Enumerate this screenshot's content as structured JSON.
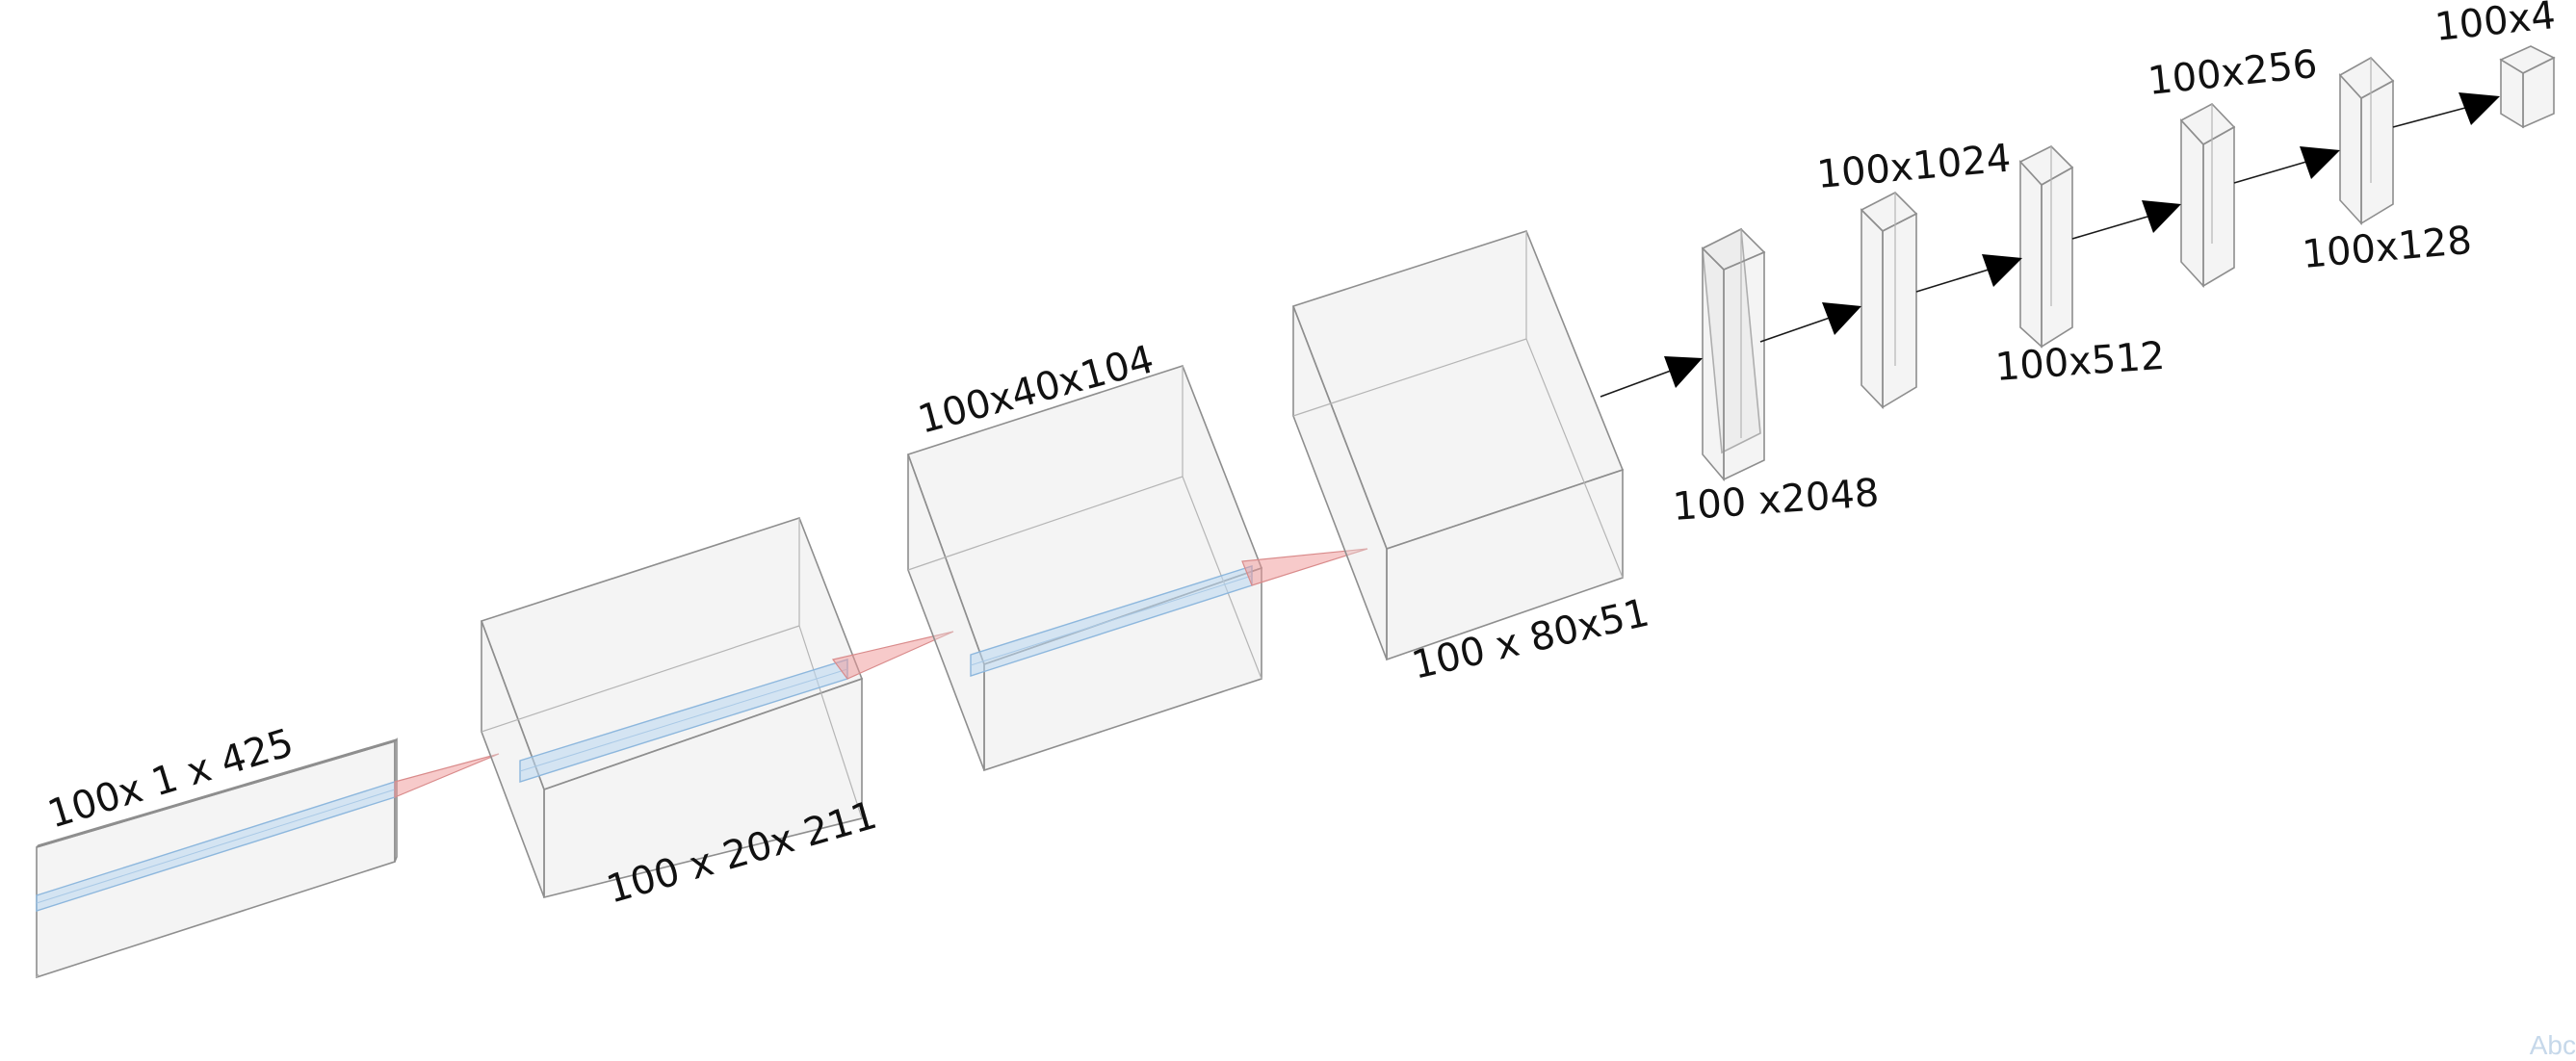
{
  "diagram": {
    "conv_layers": [
      {
        "id": "input",
        "label": "100x 1 x 425"
      },
      {
        "id": "conv1",
        "label": "100 x 20x 211"
      },
      {
        "id": "conv2",
        "label": "100x40x104"
      },
      {
        "id": "conv3",
        "label": "100 x 80x51"
      }
    ],
    "dense_layers": [
      {
        "id": "fc1",
        "label": "100 x2048"
      },
      {
        "id": "fc2",
        "label": "100x1024"
      },
      {
        "id": "fc3",
        "label": "100x512"
      },
      {
        "id": "fc4",
        "label": "100x256"
      },
      {
        "id": "fc5",
        "label": "100x128"
      },
      {
        "id": "out",
        "label": "100x4"
      }
    ],
    "watermark": "Abc",
    "colors": {
      "kernel": "#b9d7f0",
      "cone": "#f09696",
      "box_stroke": "#8e8e8e",
      "arrow": "#000000"
    }
  }
}
